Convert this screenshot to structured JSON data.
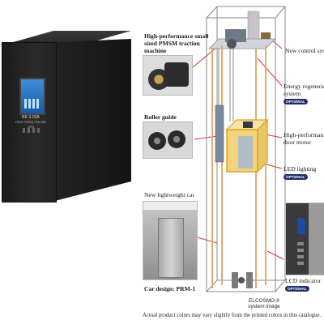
{
  "ups": {
    "model": "BK-3-03A",
    "subtitle": "HIGH FREQ ONLINE UPS"
  },
  "callouts": {
    "traction": "High-performance small sized PMSM traction machine",
    "roller": "Roller guide",
    "car": "New lightweight car",
    "prm": "Car design: PRM-1",
    "control": "New control syste",
    "energy": "Energy regenerat system",
    "door": "High-performan door motor",
    "led": "LED lighting",
    "lcd": "LCD indicator"
  },
  "badges": {
    "optional": "OPTIONAL"
  },
  "system_label": "ELCOSMO-II system image",
  "caption": "Actual product colors may vary slightly from the printed colors in this catalogue.",
  "colors": {
    "badge": "#1f2f6b",
    "callout_line": "#d23a2a",
    "shaft_frame": "#8a8a8a",
    "car_frame": "#e0a020",
    "rail": "#e6a96b"
  }
}
